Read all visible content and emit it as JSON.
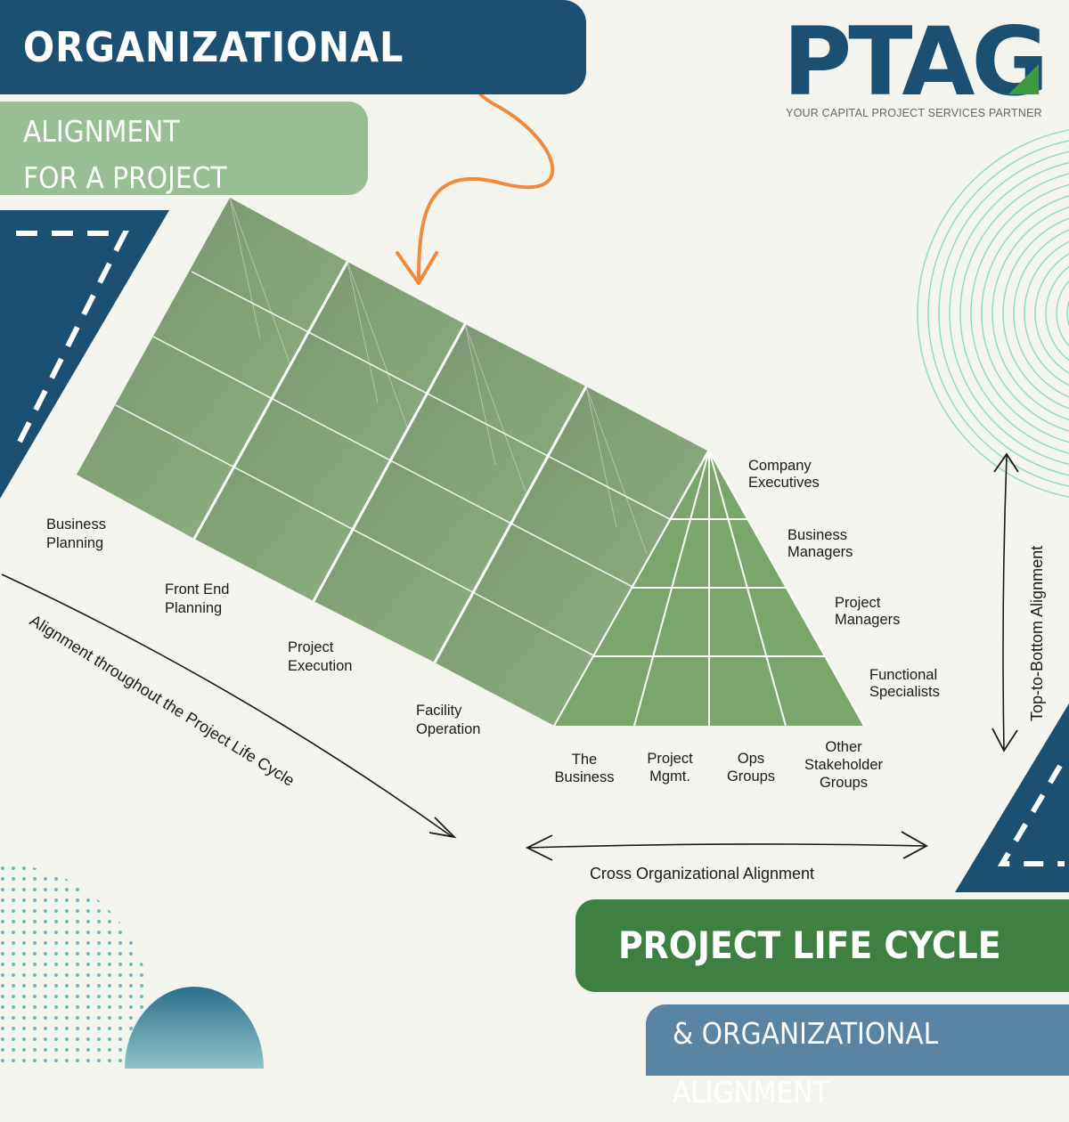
{
  "header": {
    "title_line": "ORGANIZATIONAL",
    "subtitle_line1": "ALIGNMENT",
    "subtitle_line2": "FOR A PROJECT"
  },
  "logo": {
    "wordmark": "PTAG",
    "tagline": "YOUR CAPITAL PROJECT SERVICES PARTNER"
  },
  "diagram": {
    "phases": [
      {
        "line1": "Business",
        "line2": "Planning"
      },
      {
        "line1": "Front End",
        "line2": "Planning"
      },
      {
        "line1": "Project",
        "line2": "Execution"
      },
      {
        "line1": "Facility",
        "line2": "Operation"
      }
    ],
    "levels": [
      {
        "line1": "Company",
        "line2": "Executives"
      },
      {
        "line1": "Business",
        "line2": "Managers"
      },
      {
        "line1": "Project",
        "line2": "Managers"
      },
      {
        "line1": "Functional",
        "line2": "Specialists"
      }
    ],
    "groups": [
      {
        "line1": "The",
        "line2": "Business",
        "line3": ""
      },
      {
        "line1": "Project",
        "line2": "Mgmt.",
        "line3": ""
      },
      {
        "line1": "Ops",
        "line2": "Groups",
        "line3": ""
      },
      {
        "line1": "Other",
        "line2": "Stakeholder",
        "line3": "Groups"
      }
    ],
    "axis_lifecycle": "Alignment throughout the Project Life Cycle",
    "axis_cross": "Cross Organizational Alignment",
    "axis_vertical": "Top-to-Bottom Alignment"
  },
  "footer": {
    "badge_main": "PROJECT LIFE CYCLE",
    "badge_sub": "& ORGANIZATIONAL ALIGNMENT"
  },
  "colors": {
    "navy": "#1b5072",
    "sage": "#99bd95",
    "green": "#3d8042",
    "steel": "#5a84a3",
    "orange": "#f08a3c",
    "teal_rings": "#7fd0b8"
  },
  "icons": [
    "curved-arrow-icon",
    "logo-arrow-icon"
  ]
}
